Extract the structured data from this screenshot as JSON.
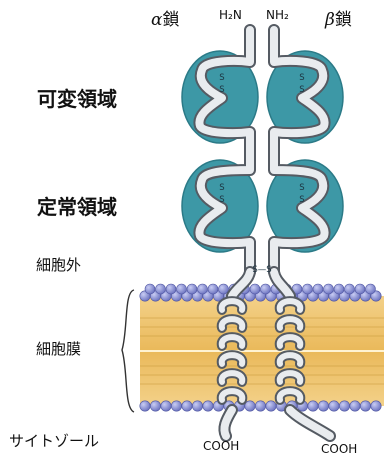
{
  "chains": {
    "alpha": {
      "greek": "α",
      "name": "鎖"
    },
    "beta": {
      "greek": "β",
      "name": "鎖"
    }
  },
  "termini": {
    "alpha_n": "H₂N",
    "beta_n": "NH₂",
    "alpha_c": "COOH",
    "beta_c": "COOH"
  },
  "regions": {
    "variable": "可変領域",
    "constant": "定常領域",
    "extracellular": "細胞外",
    "membrane": "細胞膜",
    "cytosol": "サイトゾール"
  },
  "disulfide": {
    "intra": "S",
    "inter": "S—S"
  },
  "colors": {
    "domain_fill": "#3d98a6",
    "chain_fill": "#e9ecef",
    "chain_outline": "#555b63",
    "lipid_head": "#7880c8",
    "lipid_tail": "#efc465"
  }
}
